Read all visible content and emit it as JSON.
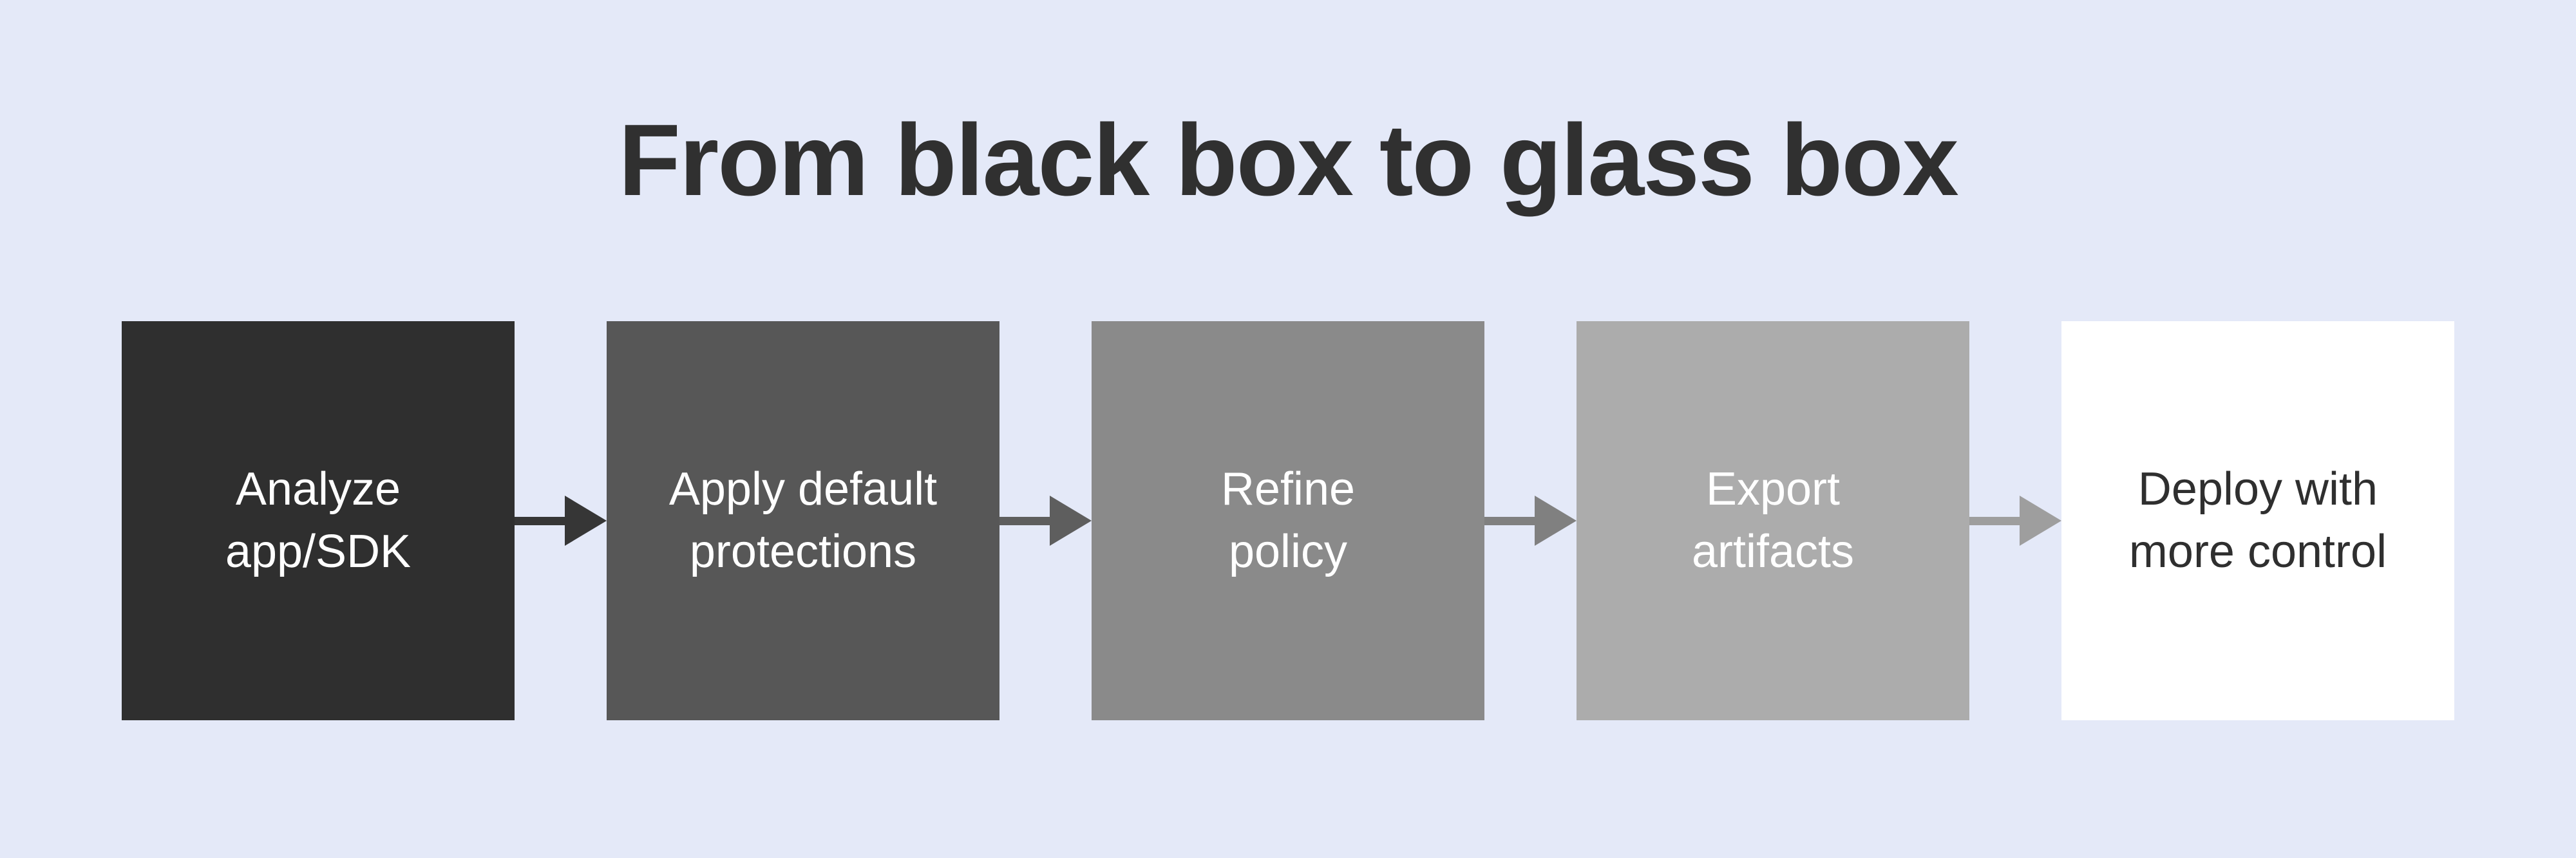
{
  "background_color": "#E4E9F8",
  "title": {
    "text": "From black box to glass box",
    "color": "#303030"
  },
  "flow": {
    "steps": [
      {
        "lines": [
          "Analyze",
          "app/SDK"
        ],
        "bg": "#2F2F2F",
        "fg": "#FFFFFF"
      },
      {
        "lines": [
          "Apply default",
          "protections"
        ],
        "bg": "#575757",
        "fg": "#FFFFFF"
      },
      {
        "lines": [
          "Refine",
          "policy"
        ],
        "bg": "#8A8A8A",
        "fg": "#FFFFFF"
      },
      {
        "lines": [
          "Export",
          "artifacts"
        ],
        "bg": "#ACACAC",
        "fg": "#FFFFFF"
      },
      {
        "lines": [
          "Deploy with",
          "more control"
        ],
        "bg": "#FFFFFF",
        "fg": "#2F2F2F"
      }
    ],
    "arrows": [
      {
        "color": "#363636"
      },
      {
        "color": "#5E5E5E"
      },
      {
        "color": "#808080"
      },
      {
        "color": "#9E9E9E"
      }
    ]
  }
}
